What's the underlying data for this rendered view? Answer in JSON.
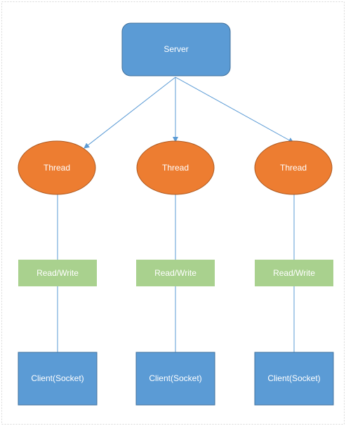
{
  "diagram": {
    "colors": {
      "server_fill": "#5B9BD5",
      "server_stroke": "#41719C",
      "thread_fill": "#ED7D31",
      "thread_stroke": "#AE5A21",
      "readwrite_fill": "#A9D18E",
      "client_fill": "#5B9BD5",
      "client_stroke": "#41719C",
      "connector": "#5B9BD5",
      "line": "#5B9BD5",
      "frame": "#D9D9D9"
    },
    "server": {
      "label": "Server"
    },
    "columns": [
      {
        "thread": {
          "label": "Thread"
        },
        "io": {
          "label": "Read/Write"
        },
        "client": {
          "label": "Client(Socket)"
        }
      },
      {
        "thread": {
          "label": "Thread"
        },
        "io": {
          "label": "Read/Write"
        },
        "client": {
          "label": "Client(Socket)"
        }
      },
      {
        "thread": {
          "label": "Thread"
        },
        "io": {
          "label": "Read/Write"
        },
        "client": {
          "label": "Client(Socket)"
        }
      }
    ]
  }
}
